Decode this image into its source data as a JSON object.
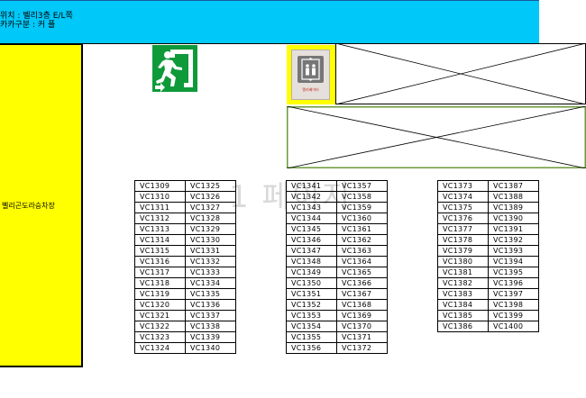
{
  "header": {
    "location_line": "위치 : 벨리3층 E/L쪽",
    "cart_type_line": "카카구분 : 커 플"
  },
  "left_column": {
    "label": "벨리곤도라승차장"
  },
  "elevator_sign": {
    "caption": "엘리베이터"
  },
  "watermark": {
    "text": "1 페이지"
  },
  "colors": {
    "header_band": "#00c8f8",
    "left_column": "#ffff00",
    "exit_sign": "#0f9a3a",
    "placeholder_border_mid": "#6a9a3a"
  },
  "icons": {
    "exit": "emergency-exit-running-man-icon",
    "elevator": "elevator-icon"
  },
  "tables": [
    {
      "rows": [
        [
          "VC1309",
          "VC1325"
        ],
        [
          "VC1310",
          "VC1326"
        ],
        [
          "VC1311",
          "VC1327"
        ],
        [
          "VC1312",
          "VC1328"
        ],
        [
          "VC1313",
          "VC1329"
        ],
        [
          "VC1314",
          "VC1330"
        ],
        [
          "VC1315",
          "VC1331"
        ],
        [
          "VC1316",
          "VC1332"
        ],
        [
          "VC1317",
          "VC1333"
        ],
        [
          "VC1318",
          "VC1334"
        ],
        [
          "VC1319",
          "VC1335"
        ],
        [
          "VC1320",
          "VC1336"
        ],
        [
          "VC1321",
          "VC1337"
        ],
        [
          "VC1322",
          "VC1338"
        ],
        [
          "VC1323",
          "VC1339"
        ],
        [
          "VC1324",
          "VC1340"
        ]
      ]
    },
    {
      "rows": [
        [
          "VC1341",
          "VC1357"
        ],
        [
          "VC1342",
          "VC1358"
        ],
        [
          "VC1343",
          "VC1359"
        ],
        [
          "VC1344",
          "VC1360"
        ],
        [
          "VC1345",
          "VC1361"
        ],
        [
          "VC1346",
          "VC1362"
        ],
        [
          "VC1347",
          "VC1363"
        ],
        [
          "VC1348",
          "VC1364"
        ],
        [
          "VC1349",
          "VC1365"
        ],
        [
          "VC1350",
          "VC1366"
        ],
        [
          "VC1351",
          "VC1367"
        ],
        [
          "VC1352",
          "VC1368"
        ],
        [
          "VC1353",
          "VC1369"
        ],
        [
          "VC1354",
          "VC1370"
        ],
        [
          "VC1355",
          "VC1371"
        ],
        [
          "VC1356",
          "VC1372"
        ]
      ]
    },
    {
      "rows": [
        [
          "VC1373",
          "VC1387"
        ],
        [
          "VC1374",
          "VC1388"
        ],
        [
          "VC1375",
          "VC1389"
        ],
        [
          "VC1376",
          "VC1390"
        ],
        [
          "VC1377",
          "VC1391"
        ],
        [
          "VC1378",
          "VC1392"
        ],
        [
          "VC1379",
          "VC1393"
        ],
        [
          "VC1380",
          "VC1394"
        ],
        [
          "VC1381",
          "VC1395"
        ],
        [
          "VC1382",
          "VC1396"
        ],
        [
          "VC1383",
          "VC1397"
        ],
        [
          "VC1384",
          "VC1398"
        ],
        [
          "VC1385",
          "VC1399"
        ],
        [
          "VC1386",
          "VC1400"
        ]
      ]
    }
  ]
}
